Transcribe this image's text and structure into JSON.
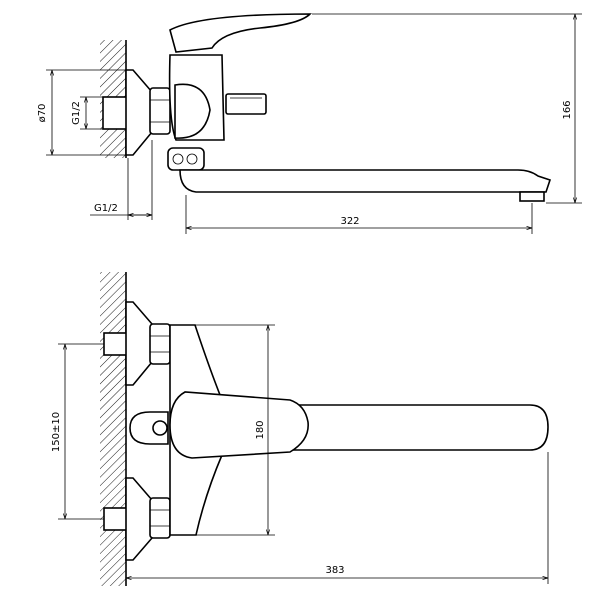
{
  "side_view": {
    "dim_diameter": "ø70",
    "dim_thread_vertical": "G1/2",
    "dim_thread_horizontal": "G1/2",
    "dim_spout_length": "322",
    "dim_height": "166"
  },
  "top_view": {
    "dim_centers": "150±10",
    "dim_body": "180",
    "dim_total_length": "383"
  }
}
